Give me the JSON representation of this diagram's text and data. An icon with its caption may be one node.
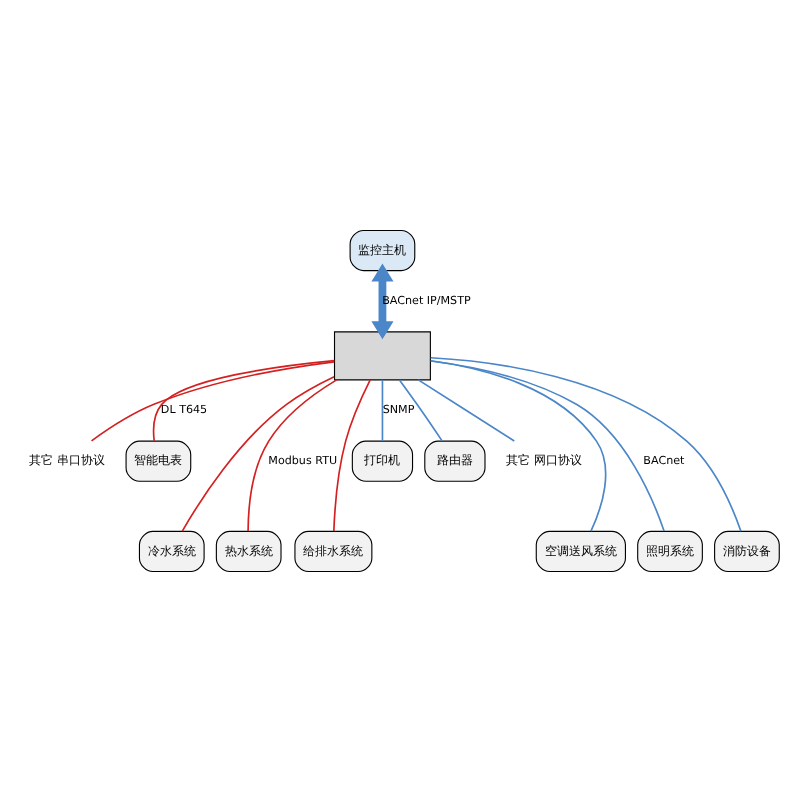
{
  "diagram": {
    "nodes": [
      {
        "text": [
          "监控主机"
        ]
      },
      {
        "text": [],
        "shape": "box"
      },
      {
        "text": [
          "其它 串口协议"
        ]
      },
      {
        "text": [
          "智能电表"
        ]
      },
      {
        "text": [
          "冷水系统"
        ]
      },
      {
        "text": [
          "热水系统"
        ]
      },
      {
        "text": [
          "给排水系统"
        ]
      },
      {
        "text": [
          "打印机"
        ]
      },
      {
        "text": [
          "路由器"
        ]
      },
      {
        "text": [
          "其它 网口协议"
        ]
      },
      {
        "text": [
          "空调送风系统"
        ]
      },
      {
        "text": [
          "照明系统"
        ]
      },
      {
        "text": [
          "消防设备"
        ]
      }
    ],
    "edges": [
      {
        "from": 0,
        "to": 1,
        "arrow": "both",
        "label": "BACnet IP/MSTP",
        "style": "thick"
      },
      {
        "from": 1,
        "to": 2,
        "arrow": "none",
        "color": "#d42020"
      },
      {
        "from": 1,
        "to": 4,
        "arrow": "none",
        "color": "#d42020"
      },
      {
        "from": 1,
        "to": 5,
        "arrow": "none",
        "label": "Modbus RTU",
        "color": "#d42020"
      },
      {
        "from": 1,
        "to": 6,
        "arrow": "none",
        "color": "#d42020"
      },
      {
        "from": 1,
        "to": 3,
        "arrow": "none",
        "label": "DL T645",
        "color": "#d42020"
      },
      {
        "from": 1,
        "to": 7,
        "arrow": "none",
        "label": "SNMP"
      },
      {
        "from": 1,
        "to": 8,
        "arrow": "none"
      },
      {
        "from": 1,
        "to": 10,
        "arrow": "none"
      },
      {
        "from": 1,
        "to": 11,
        "arrow": "none",
        "label": "BACnet"
      },
      {
        "from": 1,
        "to": 12,
        "arrow": "none"
      },
      {
        "from": 1,
        "to": 9,
        "arrow": "none"
      }
    ]
  }
}
